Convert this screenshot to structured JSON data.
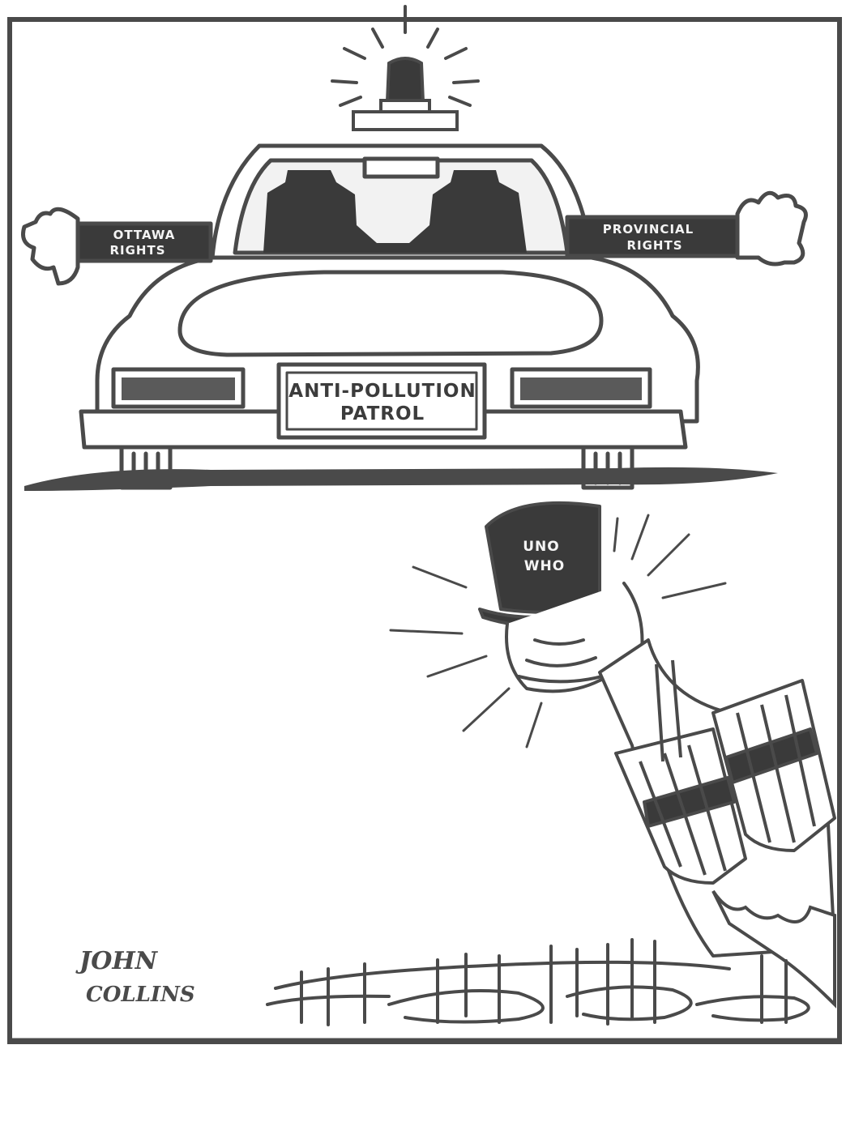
{
  "cartoon": {
    "left_sleeve": {
      "line1": "OTTAWA",
      "line2": "RIGHTS"
    },
    "right_sleeve": {
      "line1": "PROVINCIAL",
      "line2": "RIGHTS"
    },
    "license_plate": {
      "line1": "ANTI-POLLUTION",
      "line2": "PATROL"
    },
    "hat": {
      "line1": "UNO",
      "line2": "WHO"
    },
    "signature": {
      "line1": "JOHN",
      "line2": "COLLINS"
    }
  },
  "colors": {
    "ink": "#4a4a4a",
    "dark_wash": "#3a3a3a",
    "mid_wash": "#707070",
    "paper": "#ffffff"
  },
  "icons": {
    "siren": "police-siren-light",
    "car": "patrol-car-rear",
    "figure": "figure-in-top-hat-with-buckets"
  }
}
